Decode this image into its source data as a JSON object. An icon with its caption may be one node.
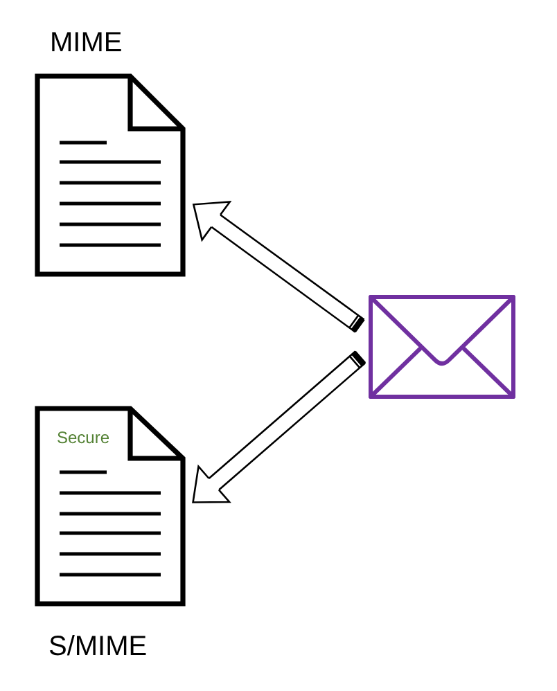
{
  "diagram": {
    "nodes": [
      {
        "text": [
          "MIME"
        ]
      },
      {
        "text": [],
        "shape": "envelope"
      },
      {
        "text": [
          "Secure",
          "S/MIME"
        ]
      }
    ],
    "edges": [
      {
        "from": 1,
        "to": 0,
        "arrow": "to"
      },
      {
        "from": 1,
        "to": 2,
        "arrow": "to"
      }
    ]
  }
}
